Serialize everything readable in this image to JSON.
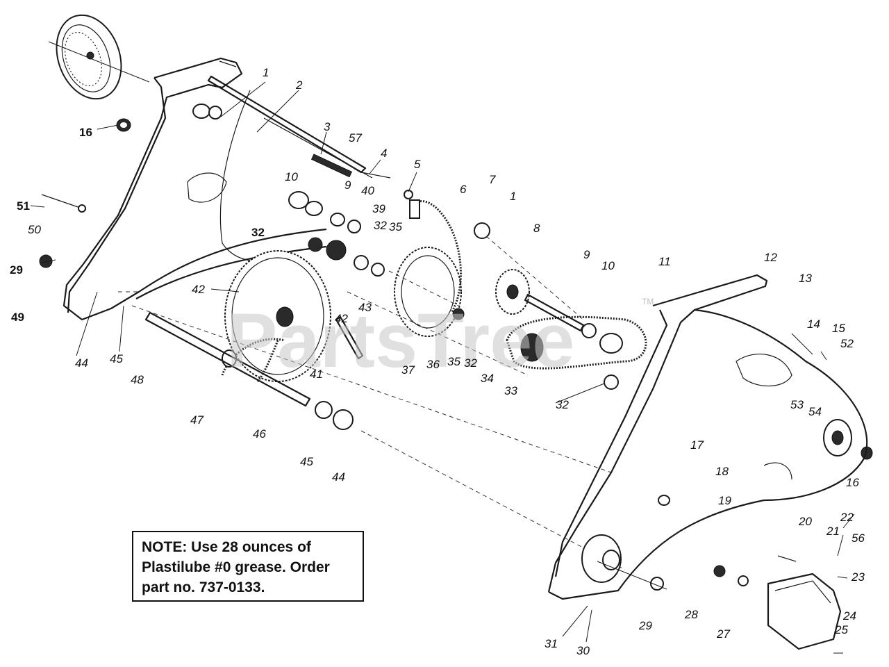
{
  "watermark": {
    "text": "PartsTree",
    "mark": "TM"
  },
  "note": {
    "lines": [
      "NOTE: Use 28 ounces of",
      "Plastilube #0 grease. Order",
      "part no. 737-0133."
    ]
  },
  "callouts": [
    "1",
    "2",
    "3",
    "57",
    "4",
    "5",
    "6",
    "7",
    "1",
    "8",
    "16",
    "10",
    "9",
    "40",
    "39",
    "32",
    "35",
    "51",
    "50",
    "32",
    "29",
    "42",
    "42",
    "43",
    "49",
    "44",
    "45",
    "48",
    "41",
    "37",
    "36",
    "35",
    "32",
    "34",
    "33",
    "9",
    "10",
    "11",
    "12",
    "13",
    "14",
    "15",
    "52",
    "53",
    "54",
    "32",
    "47",
    "46",
    "45",
    "44",
    "17",
    "18",
    "19",
    "16",
    "20",
    "21",
    "22",
    "56",
    "23",
    "24",
    "25",
    "27",
    "28",
    "29",
    "30",
    "31"
  ]
}
